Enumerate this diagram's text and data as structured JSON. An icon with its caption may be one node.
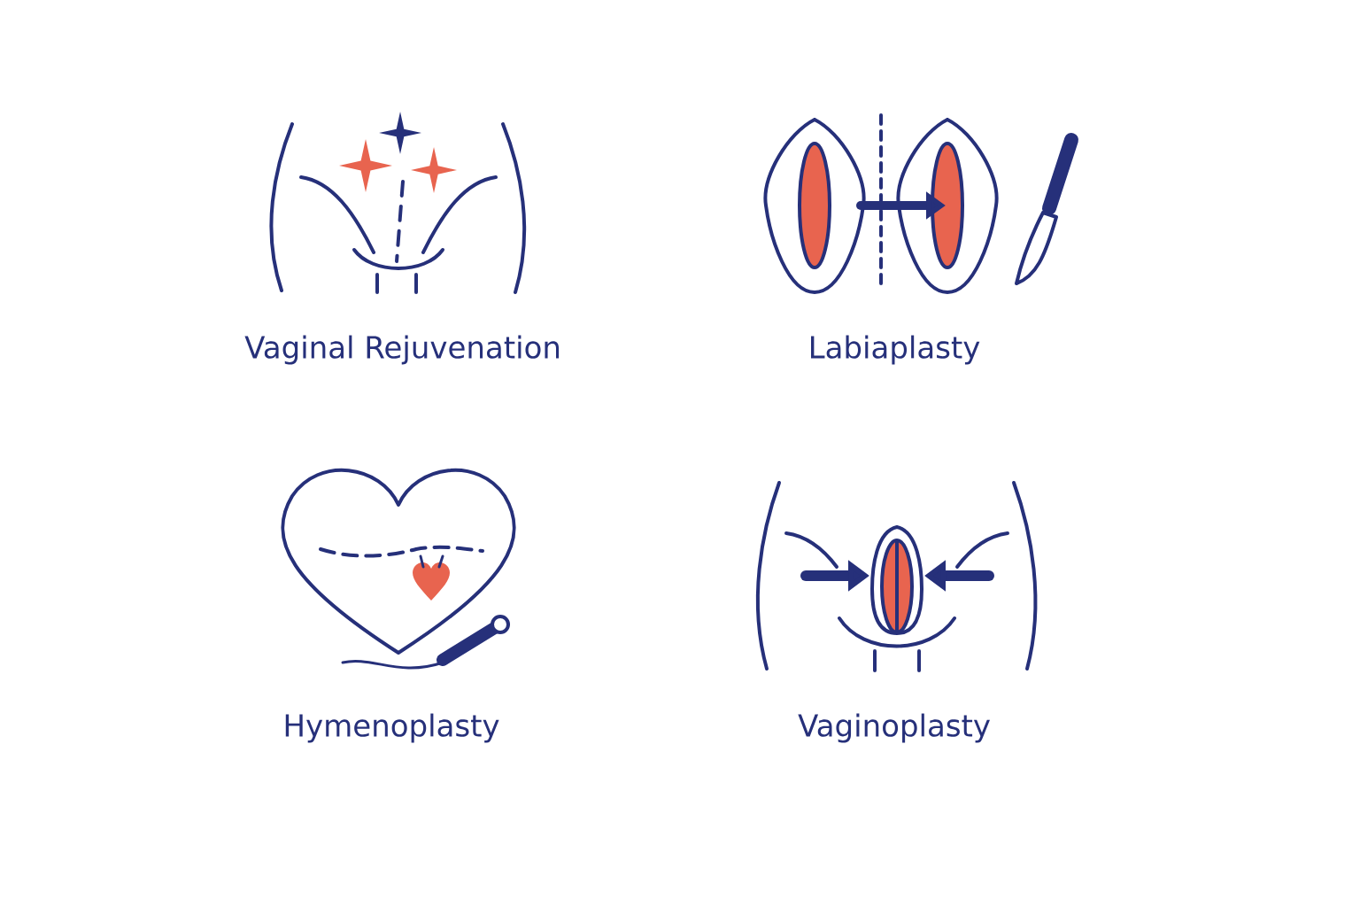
{
  "diagram": {
    "labels": [
      "Vaginal Rejuvenation",
      "Labiaplasty",
      "Hymenoplasty",
      "Vaginoplasty"
    ]
  }
}
